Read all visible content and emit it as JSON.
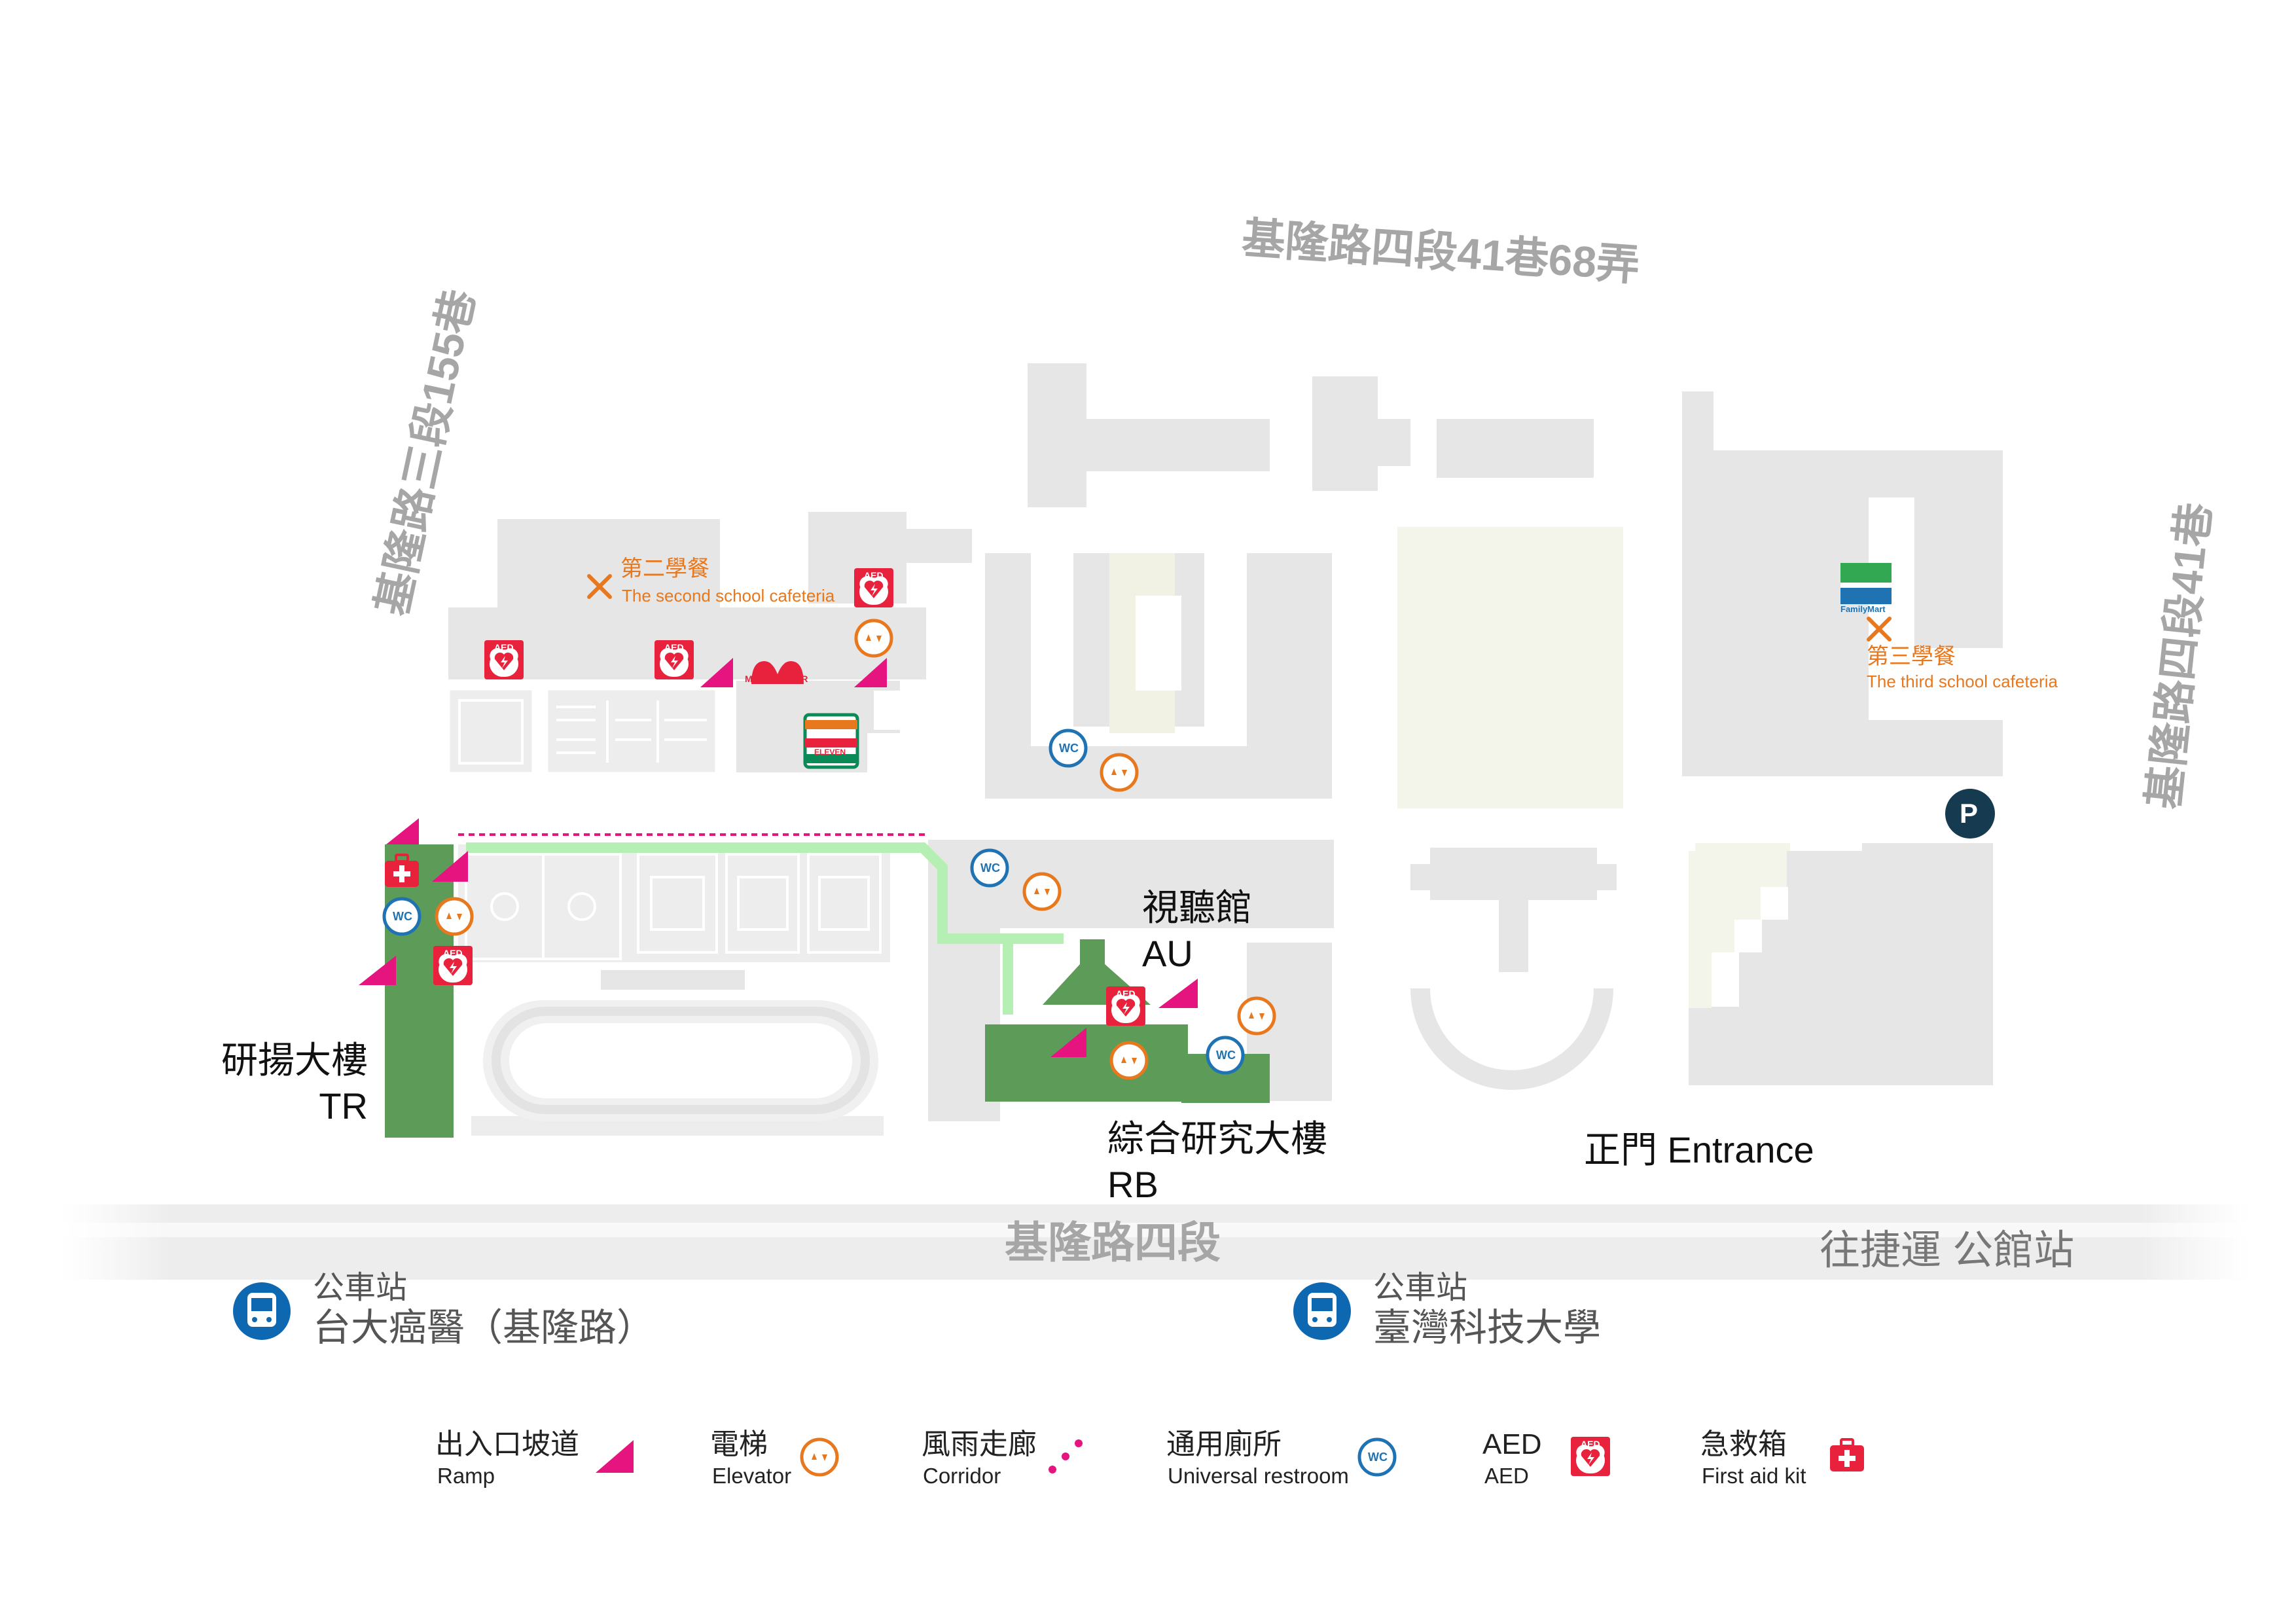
{
  "streets": {
    "top": "基隆路四段41巷68弄",
    "left": "基隆路三段155巷",
    "right": "基隆路四段41巷",
    "bottom": "基隆路四段",
    "mrt": "往捷運 公館站"
  },
  "cafeterias": {
    "second_zh": "第二學餐",
    "second_en": "The second school cafeteria",
    "third_zh": "第三學餐",
    "third_en": "The third school cafeteria"
  },
  "buildings": {
    "au_zh": "視聽館",
    "au_en": "AU",
    "tr_zh": "研揚大樓",
    "tr_en": "TR",
    "rb_zh": "綜合研究大樓",
    "rb_en": "RB",
    "entrance": "正門 Entrance"
  },
  "bus_stops": [
    {
      "type": "公車站",
      "name": "台大癌醫（基隆路）"
    },
    {
      "type": "公車站",
      "name": "臺灣科技大學"
    }
  ],
  "store_labels": {
    "mos": "MOS BURGER",
    "seven": "ELEVEN",
    "familymart": "FamilyMart",
    "aed": "AED",
    "wc": "WC",
    "parking": "P"
  },
  "legend": [
    {
      "zh": "出入口坡道",
      "en": "Ramp",
      "icon": "ramp-icon"
    },
    {
      "zh": "電梯",
      "en": "Elevator",
      "icon": "elevator-icon"
    },
    {
      "zh": "風雨走廊",
      "en": "Corridor",
      "icon": "corridor-icon"
    },
    {
      "zh": "通用廁所",
      "en": "Universal restroom",
      "icon": "restroom-icon"
    },
    {
      "zh": "AED",
      "en": "AED",
      "icon": "aed-icon"
    },
    {
      "zh": "急救箱",
      "en": "First aid kit",
      "icon": "first-aid-icon"
    }
  ],
  "colors": {
    "building_gray": "#e6e6e6",
    "accessible_building": "#5d9b59",
    "corridor_green": "#b5efb3",
    "ramp_magenta": "#e5147e",
    "elevator_orange": "#e8781e",
    "restroom_blue": "#1f73b2",
    "aed_red": "#e8223c",
    "bus_blue": "#0d68b1",
    "parking_navy": "#163a4f"
  }
}
